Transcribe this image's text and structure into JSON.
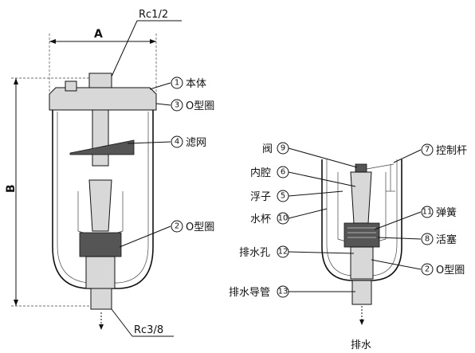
{
  "dimensions": {
    "a": "A",
    "b": "B",
    "rc_top": "Rc1/2",
    "rc_bottom": "Rc3/8"
  },
  "left_labels": [
    {
      "n": "1",
      "text": "本体"
    },
    {
      "n": "3",
      "text": "O型圈"
    },
    {
      "n": "4",
      "text": "滤网"
    },
    {
      "n": "2",
      "text": "O型圈"
    }
  ],
  "right_labels_left": [
    {
      "n": "9",
      "text": "阀"
    },
    {
      "n": "6",
      "text": "内腔"
    },
    {
      "n": "5",
      "text": "浮子"
    },
    {
      "n": "10",
      "text": "水杯"
    },
    {
      "n": "12",
      "text": "排水孔"
    },
    {
      "n": "13",
      "text": "排水导管"
    }
  ],
  "right_labels_right": [
    {
      "n": "7",
      "text": "控制杆"
    },
    {
      "n": "11",
      "text": "弹簧"
    },
    {
      "n": "8",
      "text": "活塞"
    },
    {
      "n": "2",
      "text": "O型圈"
    }
  ],
  "drain_label": "排水"
}
